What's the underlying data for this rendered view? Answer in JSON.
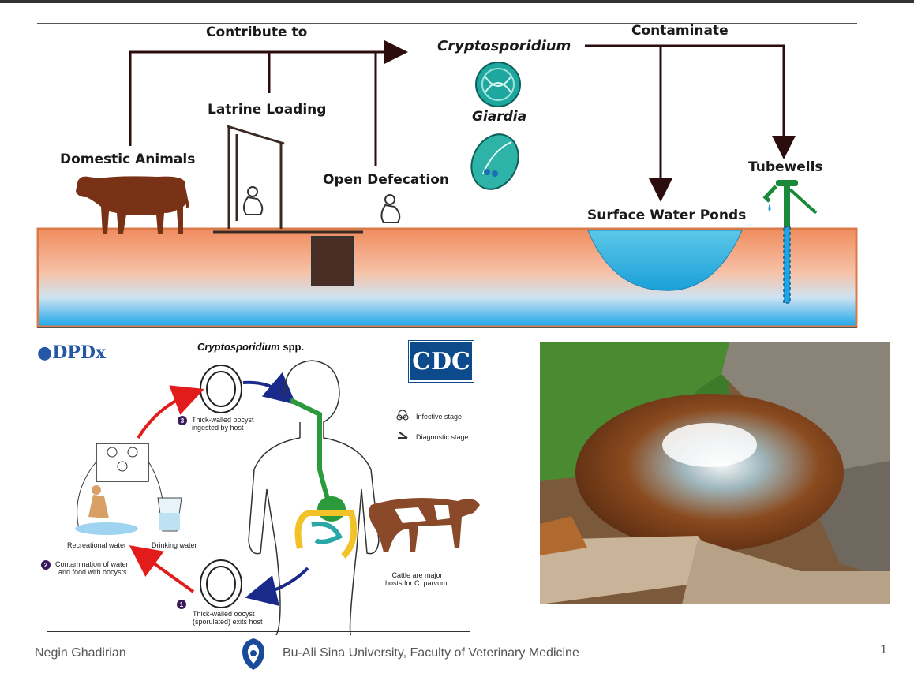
{
  "diagram": {
    "arrow_labels": {
      "contribute_to": "Contribute to",
      "contaminate": "Contaminate"
    },
    "sources": {
      "domestic_animals": "Domestic Animals",
      "latrine_loading": "Latrine Loading",
      "open_defecation": "Open Defecation"
    },
    "pathogens": {
      "cryptosporidium": "Cryptosporidium",
      "giardia": "Giardia"
    },
    "targets": {
      "surface_water_ponds": "Surface Water Ponds",
      "tubewells": "Tubewells"
    }
  },
  "lifecycle": {
    "logo_dpdx": "DPDx",
    "logo_cdc": "CDC",
    "title_italic": "Cryptosporidium",
    "title_rest": " spp.",
    "legend": {
      "infective": "Infective stage",
      "diagnostic": "Diagnostic stage"
    },
    "step1_num": "1",
    "step1_line1": "Thick-walled oocyst",
    "step1_line2": "(sporulated) exits host",
    "step2_num": "2",
    "step2_line1": "Contamination of water",
    "step2_line2": "and food with oocysts.",
    "step3_num": "3",
    "step3_line1": "Thick-walled oocyst",
    "step3_line2": "ingested by host",
    "recreational_water": "Recreational water",
    "drinking_water": "Drinking water",
    "cattle_line1": "Cattle are major",
    "cattle_line2": "hosts for C. parvum."
  },
  "footer": {
    "author": "Negin Ghadirian",
    "institution": "Bu-Ali Sina University, Faculty of Veterinary Medicine",
    "page_number": "1"
  }
}
